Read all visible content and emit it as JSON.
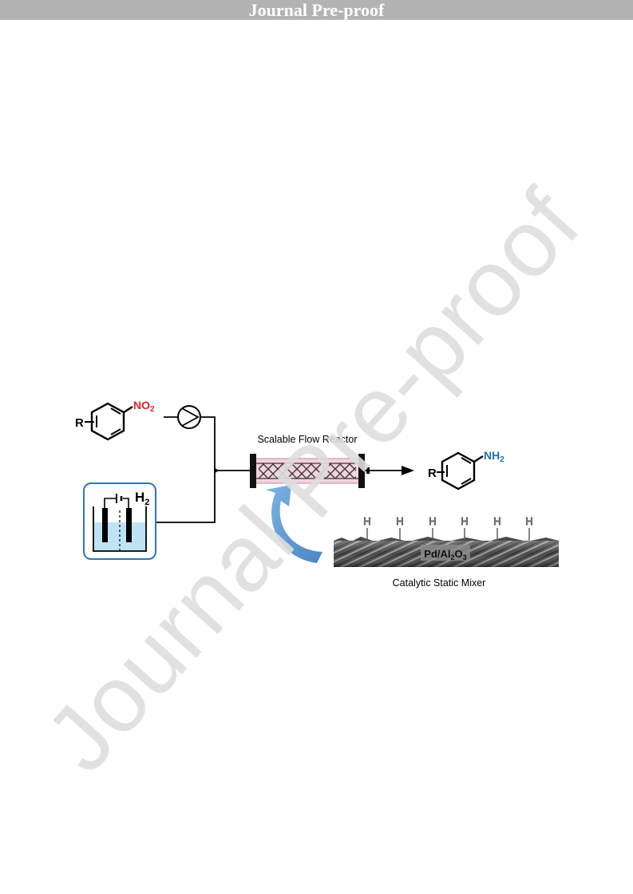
{
  "header": {
    "title": "Journal Pre-proof"
  },
  "watermark": {
    "text": "Journal Pre-proof"
  },
  "scheme": {
    "reactant_substituent": "R",
    "reactant_group": "NO",
    "reactant_group_sub": "2",
    "reactor_label": "Scalable Flow Reactor",
    "gas_label": "H",
    "gas_label_sub": "2",
    "product_substituent": "R",
    "product_group": "NH",
    "product_group_sub": "2",
    "hydrogen_atom": "H",
    "catalyst_prefix": "Pd/Al",
    "catalyst_sub1": "2",
    "catalyst_mid": "O",
    "catalyst_sub2": "3",
    "mixer_label": "Catalytic Static Mixer"
  },
  "colors": {
    "nitro": "#e8202a",
    "amine": "#1f6fb5",
    "arrow_blue": "#5b9bd5",
    "electrolyte": "#bfe3f5",
    "cell_border": "#2e75b6",
    "reactor_fill": "#f2d2dc"
  }
}
